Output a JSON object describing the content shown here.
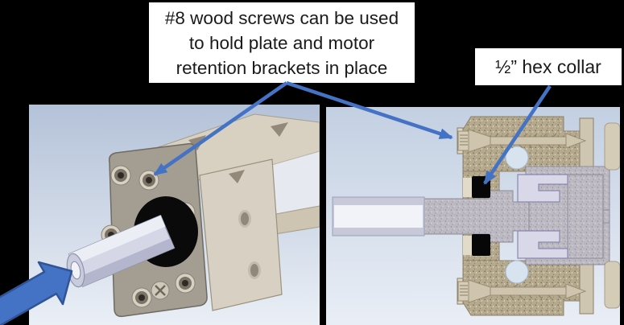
{
  "callouts": {
    "screws": {
      "line1": "#8 wood screws can be used",
      "line2": "to hold plate and motor",
      "line3": "retention brackets in place"
    },
    "collar": {
      "label": "½” hex collar"
    }
  },
  "colors": {
    "canvas_bg": "#000000",
    "callout_bg": "#FFFFFF",
    "callout_text": "#1A1A1A",
    "arrow_blue": "#4472C4",
    "arrow_outline": "#2F5597",
    "viewport_bg_top": "#B9C7DB",
    "viewport_bg_bottom": "#EAEFF6",
    "plate_grey": "#A39D92",
    "bracket_beige": "#D8D1C2",
    "hex_shaft_lavender": "#D5D7E6",
    "section_tan": "#B5AA90",
    "section_grey": "#BDBAC4",
    "hex_collar_black": "#070707"
  }
}
